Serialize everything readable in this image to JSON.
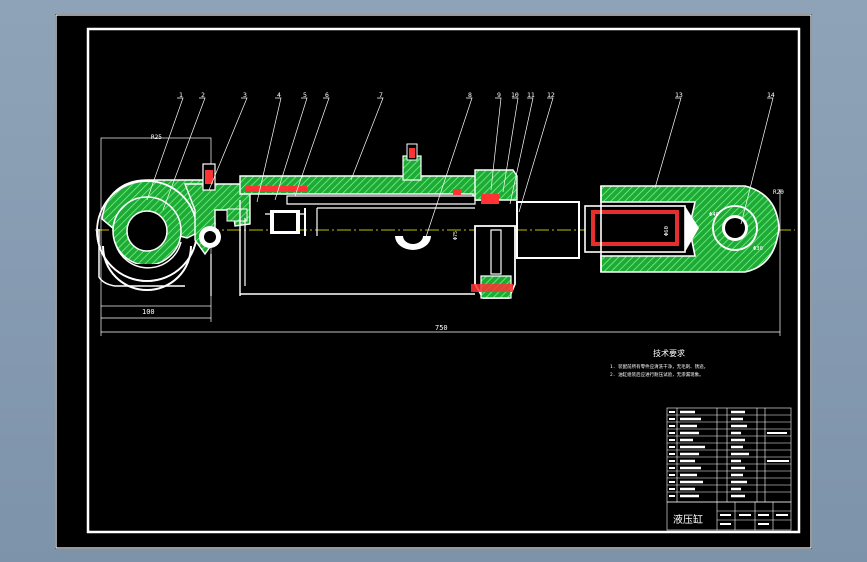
{
  "colors": {
    "background": "#000000",
    "line": "#ffffff",
    "hatch": "#2fd34a",
    "centerline": "#ffff00",
    "accent_red": "#ff3333",
    "window_bg": "#8fa3b8"
  },
  "balloons": [
    "1",
    "2",
    "3",
    "4",
    "5",
    "6",
    "7",
    "8",
    "9",
    "10",
    "11",
    "12",
    "13",
    "14"
  ],
  "dimensions": {
    "overall_length": "750",
    "left_width": "100",
    "left_radius": "R25",
    "right_radius": "R20",
    "right_dia_1": "Φ40",
    "right_dia_2": "Φ30",
    "mid_label": "Φ75",
    "bore_label": "Φ60"
  },
  "tech_requirements": {
    "title": "技术要求",
    "lines": [
      "1. 装配前所有零件应清洗干净，无毛刺、锈迹。",
      "2. 油缸组装后应进行耐压试验，无渗漏现象。"
    ]
  },
  "title_block": {
    "drawing_name": "液压缸"
  }
}
